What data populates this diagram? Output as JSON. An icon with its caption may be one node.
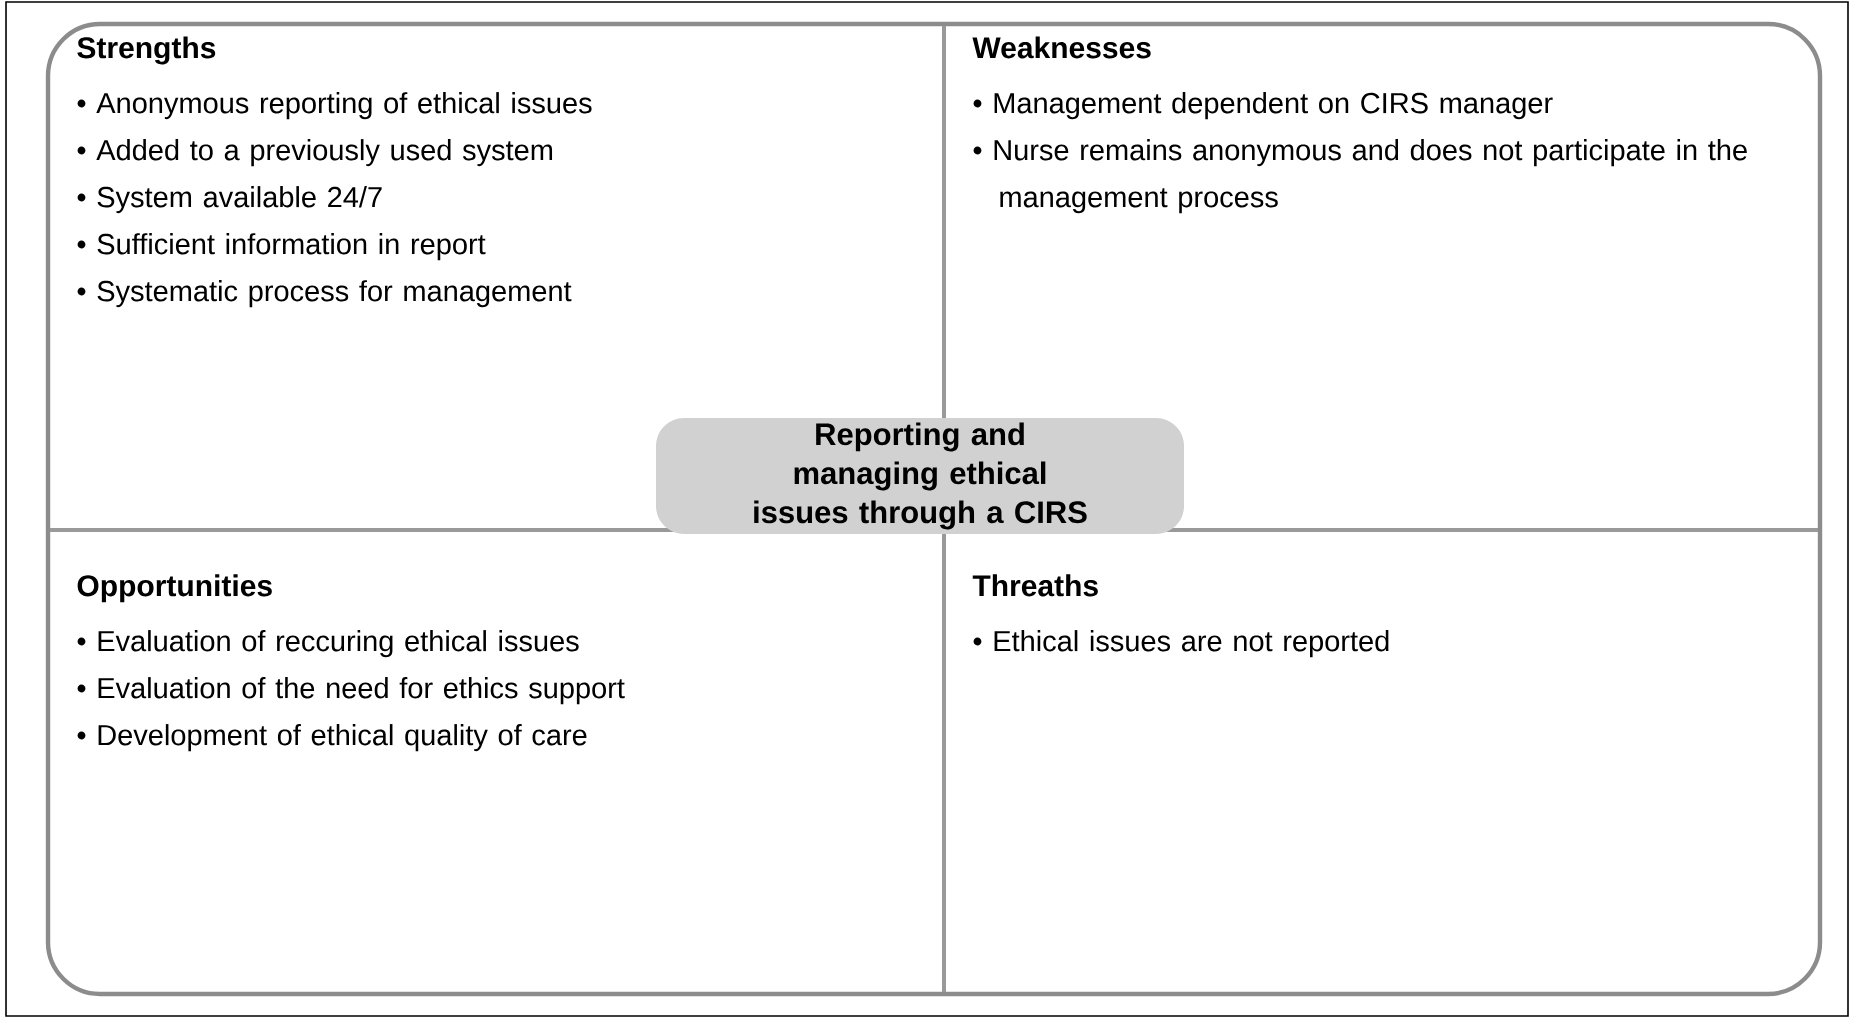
{
  "diagram": {
    "nodes": [
      {
        "text": [
          "Strengths",
          "• Anonymous reporting of ethical issues",
          "• Added to a previously used system",
          "• System available 24/7",
          "• Sufficient information in report",
          "• Systematic process for management"
        ]
      },
      {
        "text": [
          "Weaknesses",
          "• Management dependent on CIRS manager",
          "• Nurse remains anonymous and does not participate in the management process"
        ]
      },
      {
        "text": [
          "Opportunities",
          "• Evaluation of reccuring ethical issues",
          "• Evaluation of the need for ethics support",
          "• Development of ethical quality of care"
        ]
      },
      {
        "text": [
          "Threaths",
          "• Ethical issues are not reported"
        ]
      },
      {
        "text": [
          "Reporting and managing ethical issues through a CIRS"
        ]
      }
    ]
  }
}
